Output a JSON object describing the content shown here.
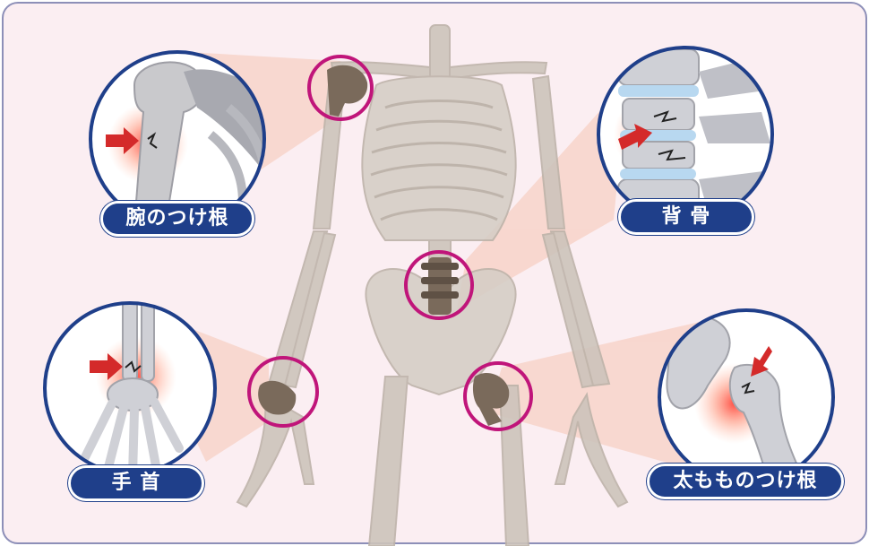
{
  "labels": {
    "shoulder": "腕のつけ根",
    "spine": "背 骨",
    "wrist": "手 首",
    "hip": "太もものつけ根"
  },
  "colors": {
    "background": "#fbeef2",
    "border": "#8d8fb8",
    "label_bg": "#1f3f8a",
    "label_text": "#ffffff",
    "highlight_ring": "#c0157a",
    "callout_ring": "#1f3f8a",
    "skeleton": "#cdc4bb",
    "highlighted_bone": "#7a6a5b",
    "arrow": "#d42a2a",
    "projection": "#f7c9b9"
  }
}
